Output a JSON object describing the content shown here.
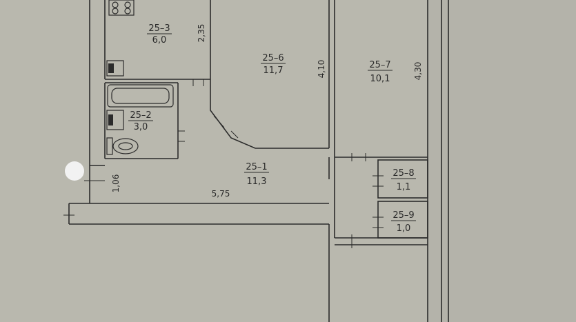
{
  "rooms": [
    {
      "id": "25–3",
      "area": "6,0"
    },
    {
      "id": "25–2",
      "area": "3,0"
    },
    {
      "id": "25–6",
      "area": "11,7"
    },
    {
      "id": "25–7",
      "area": "10,1"
    },
    {
      "id": "25–1",
      "area": "11,3"
    },
    {
      "id": "25–8",
      "area": "1,1"
    },
    {
      "id": "25–9",
      "area": "1,0"
    }
  ],
  "dimensions": {
    "kitchen_side": "2,35",
    "room6_side": "4,10",
    "room7_side": "4,30",
    "corridor_height": "1,06",
    "corridor_length": "5,75"
  }
}
